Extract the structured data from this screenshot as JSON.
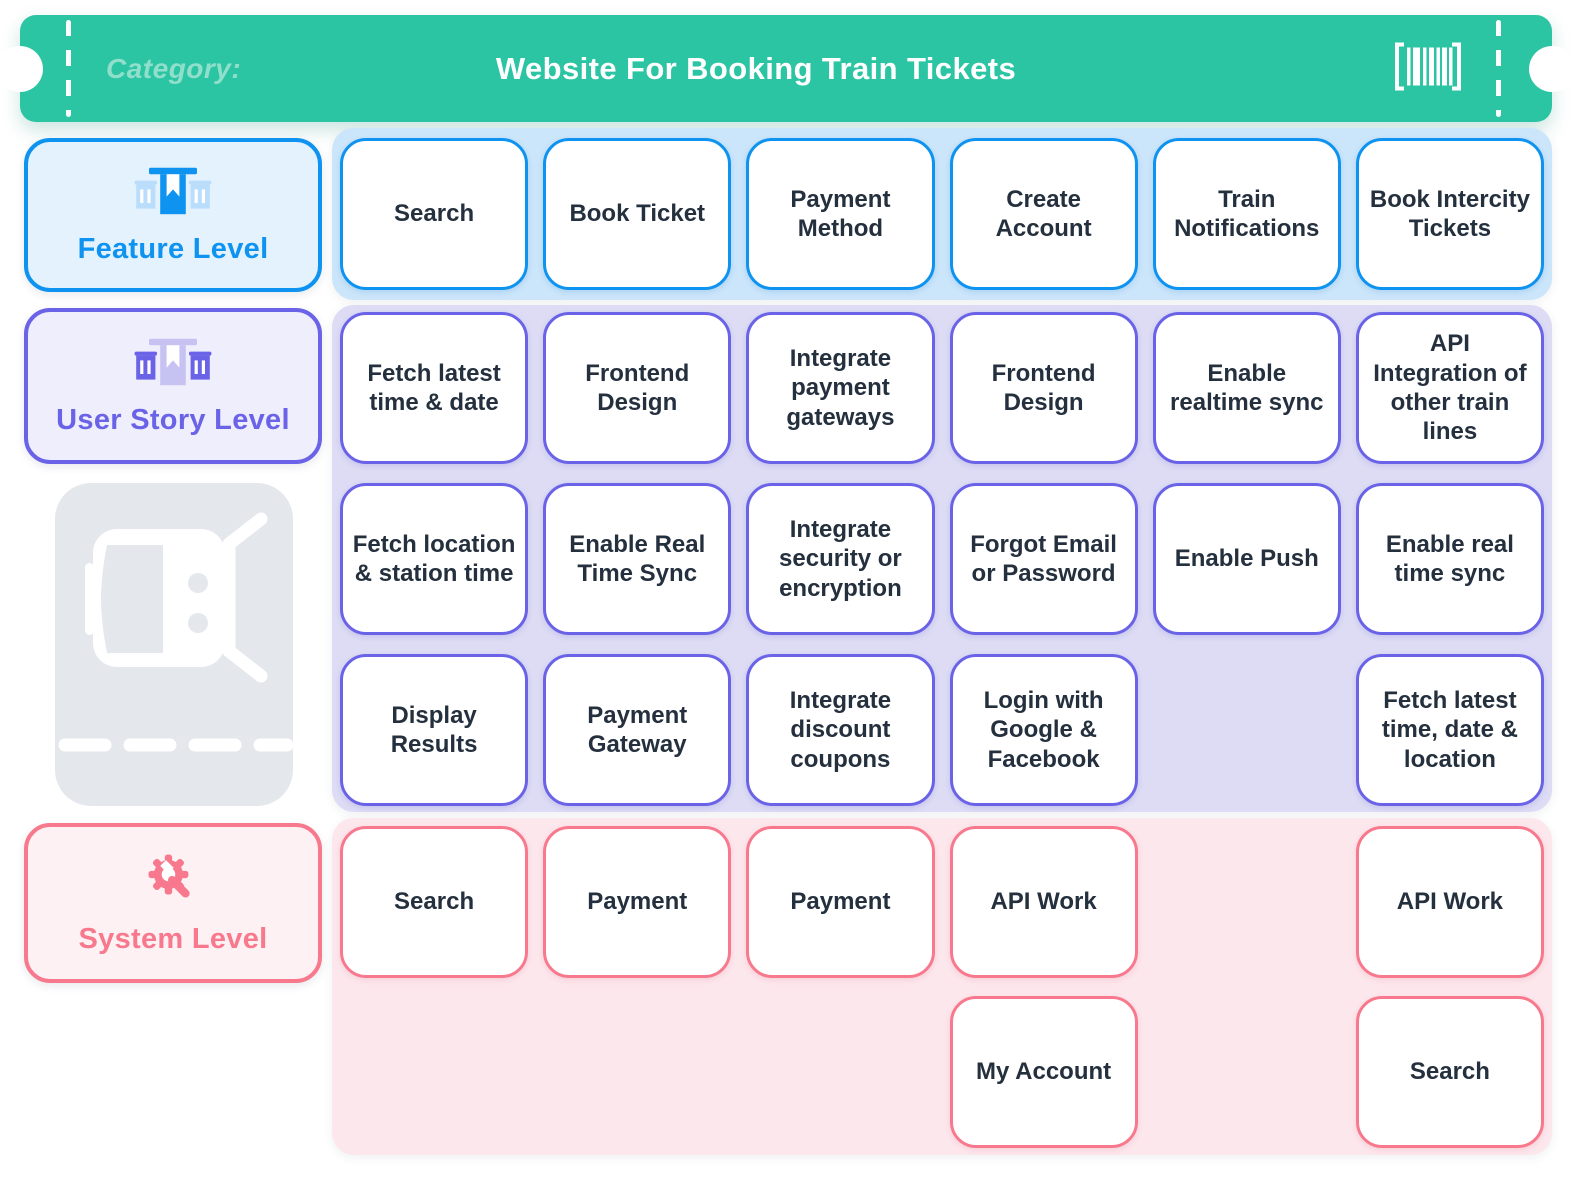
{
  "header": {
    "category_label": "Category:",
    "title": "Website For Booking Train Tickets",
    "icon": "barcode-icon",
    "banner_color": "#2CC5A4"
  },
  "left_badge_icon": "train-icon",
  "levels": {
    "feature": {
      "label": "Feature Level",
      "icon": "bank-bookmark-icon",
      "accent": "#0E93F0",
      "band_color": "#CBE5FA",
      "cards": [
        "Search",
        "Book Ticket",
        "Payment Method",
        "Create Account",
        "Train Notifications",
        "Book Intercity Tickets"
      ]
    },
    "user_story": {
      "label": "User Story Level",
      "icon": "bank-bookmark-icon",
      "accent": "#6A63E8",
      "band_color": "#DDDCF4",
      "rows": [
        [
          "Fetch latest time & date",
          "Frontend Design",
          "Integrate payment gateways",
          "Frontend Design",
          "Enable realtime sync",
          "API Integration of other train lines"
        ],
        [
          "Fetch location & station time",
          "Enable Real Time Sync",
          "Integrate security or encryption",
          "Forgot Email or Password",
          "Enable Push",
          "Enable real time sync"
        ],
        [
          "Display Results",
          "Payment Gateway",
          "Integrate discount coupons",
          "Login with Google & Facebook",
          null,
          "Fetch latest time, date & location"
        ]
      ]
    },
    "system": {
      "label": "System Level",
      "icon": "gear-wrench-icon",
      "accent": "#F8798D",
      "band_color": "#FCE7EC",
      "rows": [
        [
          "Search",
          "Payment",
          "Payment",
          "API Work",
          null,
          "API Work"
        ],
        [
          null,
          null,
          null,
          "My Account",
          null,
          "Search"
        ]
      ]
    }
  }
}
